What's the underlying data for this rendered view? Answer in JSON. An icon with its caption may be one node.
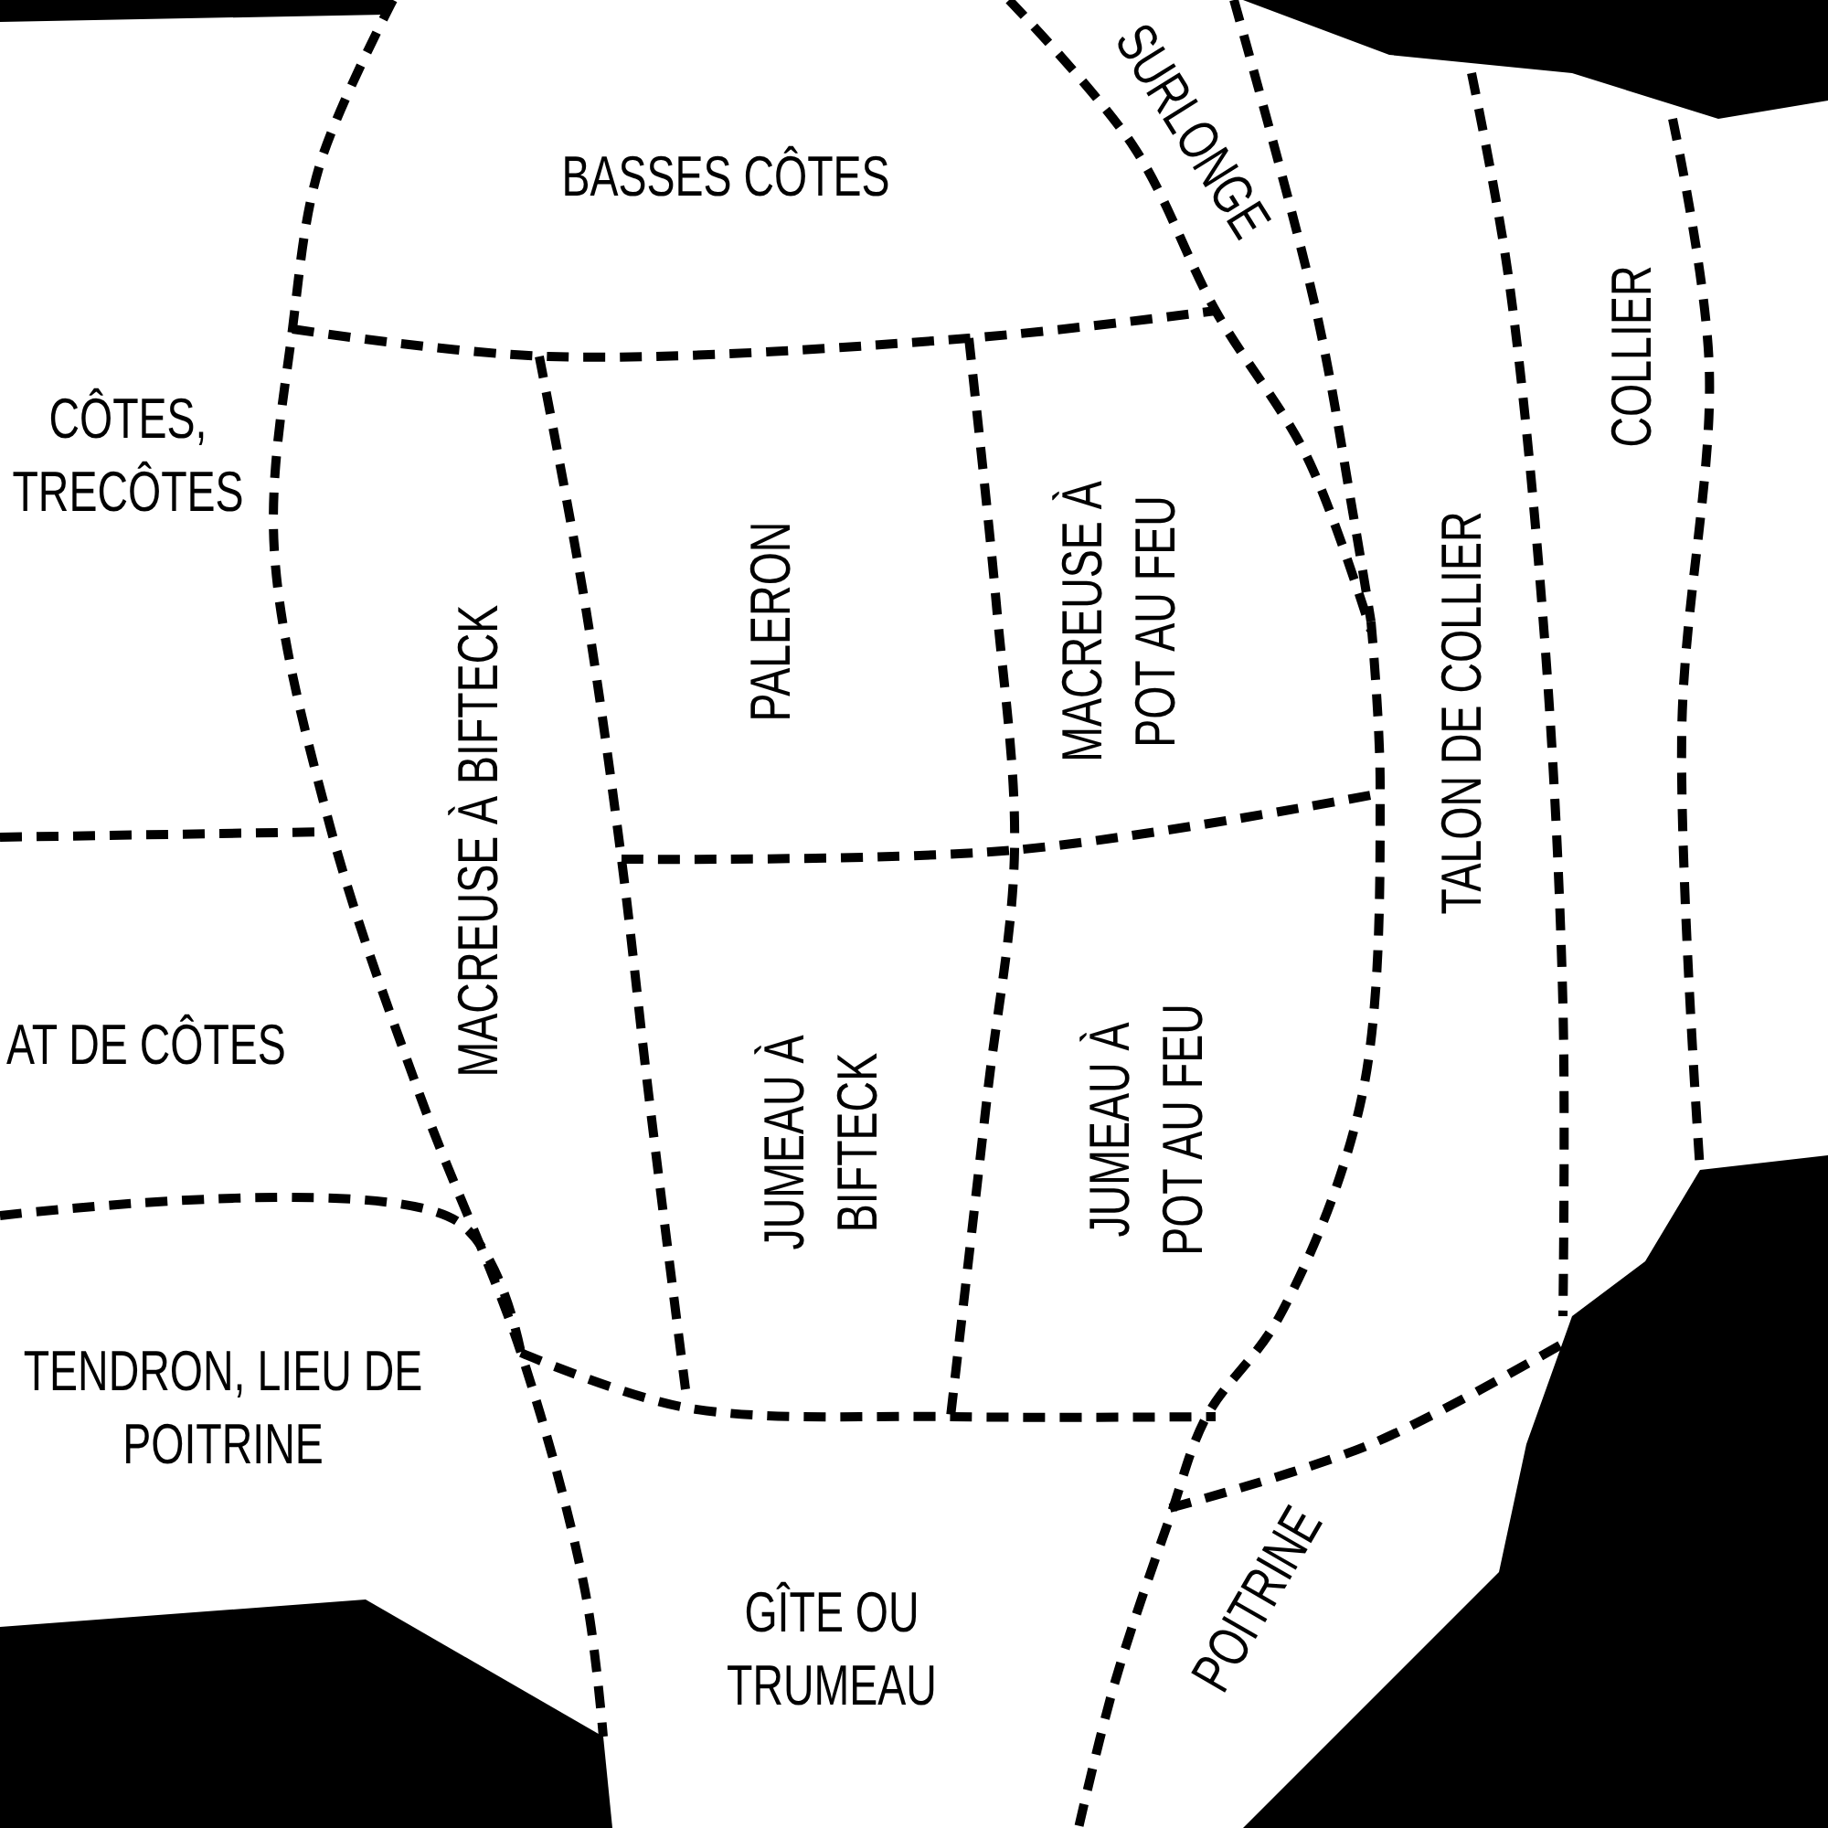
{
  "diagram": {
    "nodes": [
      {
        "text": [
          "BASSES CÔTES"
        ]
      },
      {
        "text": [
          "SURLONGE"
        ]
      },
      {
        "text": [
          "COLLIER"
        ]
      },
      {
        "text": [
          "CÔTES, TRECÔTES"
        ]
      },
      {
        "text": [
          "PALERON"
        ]
      },
      {
        "text": [
          "MACREUSE À POT AU FEU"
        ]
      },
      {
        "text": [
          "MACREUSE À BIFTECK"
        ]
      },
      {
        "text": [
          "TALON DE COLLIER"
        ]
      },
      {
        "text": [
          "AT DE CÔTES"
        ]
      },
      {
        "text": [
          "JUMEAU À BIFTECK"
        ]
      },
      {
        "text": [
          "JUMEAU À POT AU FEU"
        ]
      },
      {
        "text": [
          "TENDRON, LIEU DE POITRINE"
        ]
      },
      {
        "text": [
          "GÎTE OU TRUMEAU"
        ]
      },
      {
        "text": [
          "POITRINE"
        ]
      }
    ]
  }
}
